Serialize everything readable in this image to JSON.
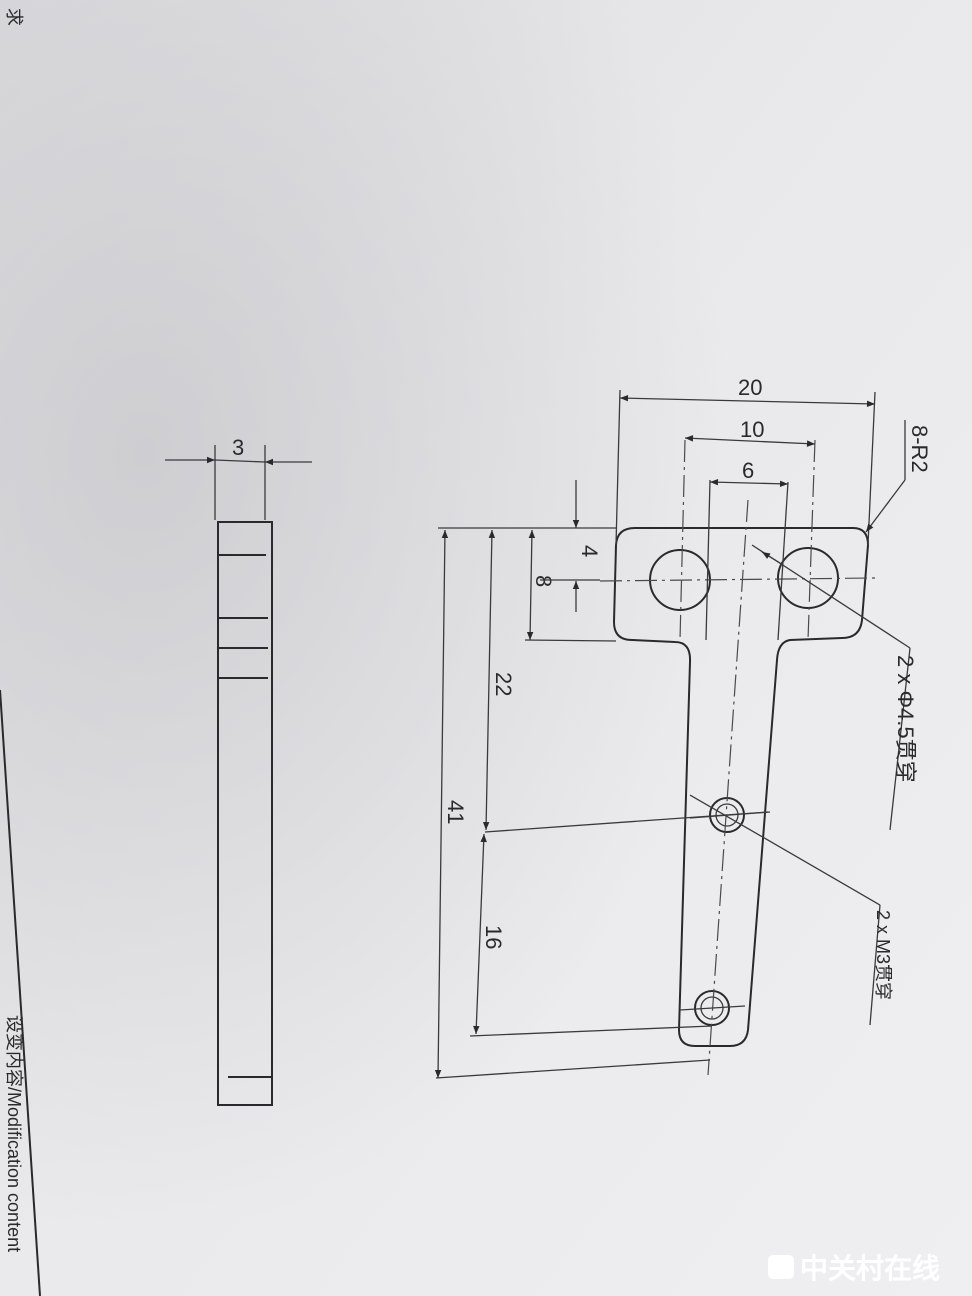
{
  "header_fragment": "求",
  "side_view": {
    "thickness": "3"
  },
  "top_view": {
    "width_overall": "20",
    "hole_spacing": "10",
    "stem_width": "6",
    "corner_radius_note": "8-R2",
    "hole_center_offset": "4",
    "plate_height": "8",
    "to_first_m3": "22",
    "overall_length": "41",
    "m3_spacing": "16",
    "large_hole_note": "2 x Φ4.5贯穿",
    "m3_hole_note": "2 x M3贯穿"
  },
  "footer_label": "设变内容/Modification content",
  "watermark": "中关村在线"
}
